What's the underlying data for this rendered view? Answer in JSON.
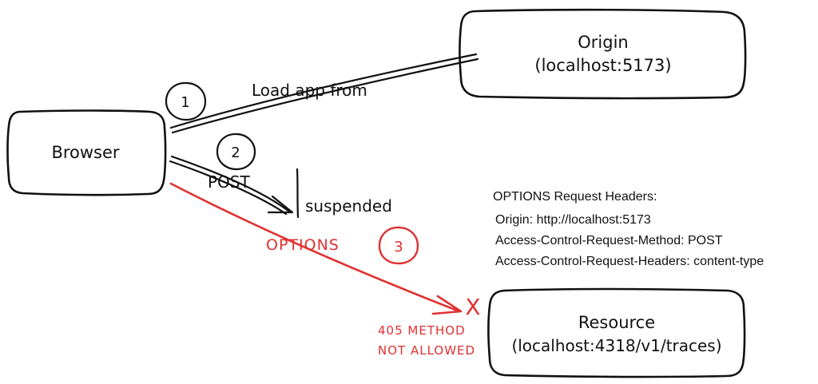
{
  "nodes": {
    "origin": {
      "line1": "Origin",
      "line2": "(localhost:5173)"
    },
    "browser": {
      "label": "Browser"
    },
    "resource": {
      "line1": "Resource",
      "line2": "(localhost:4318/v1/traces)"
    }
  },
  "steps": {
    "step1": {
      "number": "1",
      "label": "Load app from"
    },
    "step2": {
      "number": "2",
      "label": "POST",
      "status": "suspended"
    },
    "step3": {
      "number": "3",
      "label": "OPTIONS"
    }
  },
  "error": {
    "line1": "405 METHOD",
    "line2": "NOT ALLOWED",
    "mark": "X"
  },
  "options_headers": {
    "title": "OPTIONS Request Headers:",
    "lines": [
      "Origin: http://localhost:5173",
      "Access-Control-Request-Method: POST",
      "Access-Control-Request-Headers: content-type"
    ]
  },
  "colors": {
    "ink": "#111111",
    "error_red": "#e03131"
  }
}
